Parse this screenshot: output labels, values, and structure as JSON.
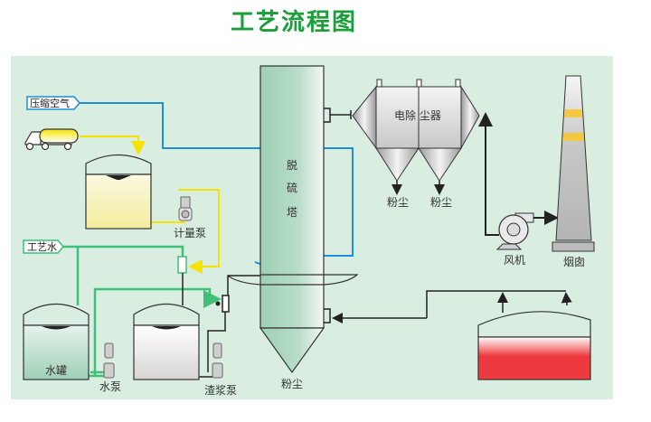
{
  "title": "工艺流程图",
  "colors": {
    "title": "#1a9e3a",
    "panel_bg": "#d9ede1",
    "air_line": "#1e8fd6",
    "reagent_line": "#f5e400",
    "water_line": "#3fbf7a",
    "slurry_line": "#222222",
    "heater_fill": "#ee3a3e",
    "chimney_band": "#f5c842"
  },
  "inputs": {
    "compressed_air": "压缩空气",
    "process_water": "工艺水"
  },
  "equipment": {
    "tower": [
      "脱",
      "硫",
      "塔"
    ],
    "tower_bottom": "粉尘",
    "precipitator": "电除 尘器",
    "hopper_left": "粉尘",
    "hopper_right": "粉尘",
    "fan": "风机",
    "chimney": "烟囱",
    "metering_pump": "计量泵",
    "water_tank": "水罐",
    "water_pump": "水泵",
    "slurry_pump": "渣浆泵"
  }
}
